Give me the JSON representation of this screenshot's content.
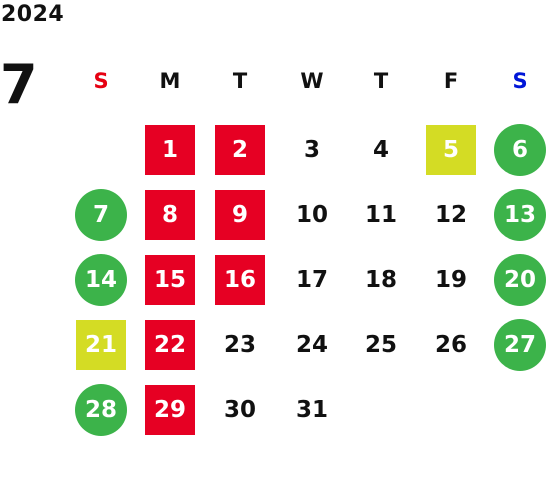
{
  "year": "2024",
  "month": "7",
  "weekdays": [
    "S",
    "M",
    "T",
    "W",
    "T",
    "F",
    "S"
  ],
  "colors": {
    "holiday_red": "#e60023",
    "weekend_green": "#3cb34a",
    "special_yellow": "#d4dc24",
    "sunday_label": "#e60012",
    "saturday_label": "#0016d8"
  },
  "weeks": [
    [
      null,
      {
        "day": "1",
        "mark": "red"
      },
      {
        "day": "2",
        "mark": "red"
      },
      {
        "day": "3",
        "mark": "none"
      },
      {
        "day": "4",
        "mark": "none"
      },
      {
        "day": "5",
        "mark": "yellow"
      },
      {
        "day": "6",
        "mark": "green"
      }
    ],
    [
      {
        "day": "7",
        "mark": "green"
      },
      {
        "day": "8",
        "mark": "red"
      },
      {
        "day": "9",
        "mark": "red"
      },
      {
        "day": "10",
        "mark": "none"
      },
      {
        "day": "11",
        "mark": "none"
      },
      {
        "day": "12",
        "mark": "none"
      },
      {
        "day": "13",
        "mark": "green"
      }
    ],
    [
      {
        "day": "14",
        "mark": "green"
      },
      {
        "day": "15",
        "mark": "red"
      },
      {
        "day": "16",
        "mark": "red"
      },
      {
        "day": "17",
        "mark": "none"
      },
      {
        "day": "18",
        "mark": "none"
      },
      {
        "day": "19",
        "mark": "none"
      },
      {
        "day": "20",
        "mark": "green"
      }
    ],
    [
      {
        "day": "21",
        "mark": "yellow"
      },
      {
        "day": "22",
        "mark": "red"
      },
      {
        "day": "23",
        "mark": "none"
      },
      {
        "day": "24",
        "mark": "none"
      },
      {
        "day": "25",
        "mark": "none"
      },
      {
        "day": "26",
        "mark": "none"
      },
      {
        "day": "27",
        "mark": "green"
      }
    ],
    [
      {
        "day": "28",
        "mark": "green"
      },
      {
        "day": "29",
        "mark": "red"
      },
      {
        "day": "30",
        "mark": "none"
      },
      {
        "day": "31",
        "mark": "none"
      },
      null,
      null,
      null
    ]
  ]
}
